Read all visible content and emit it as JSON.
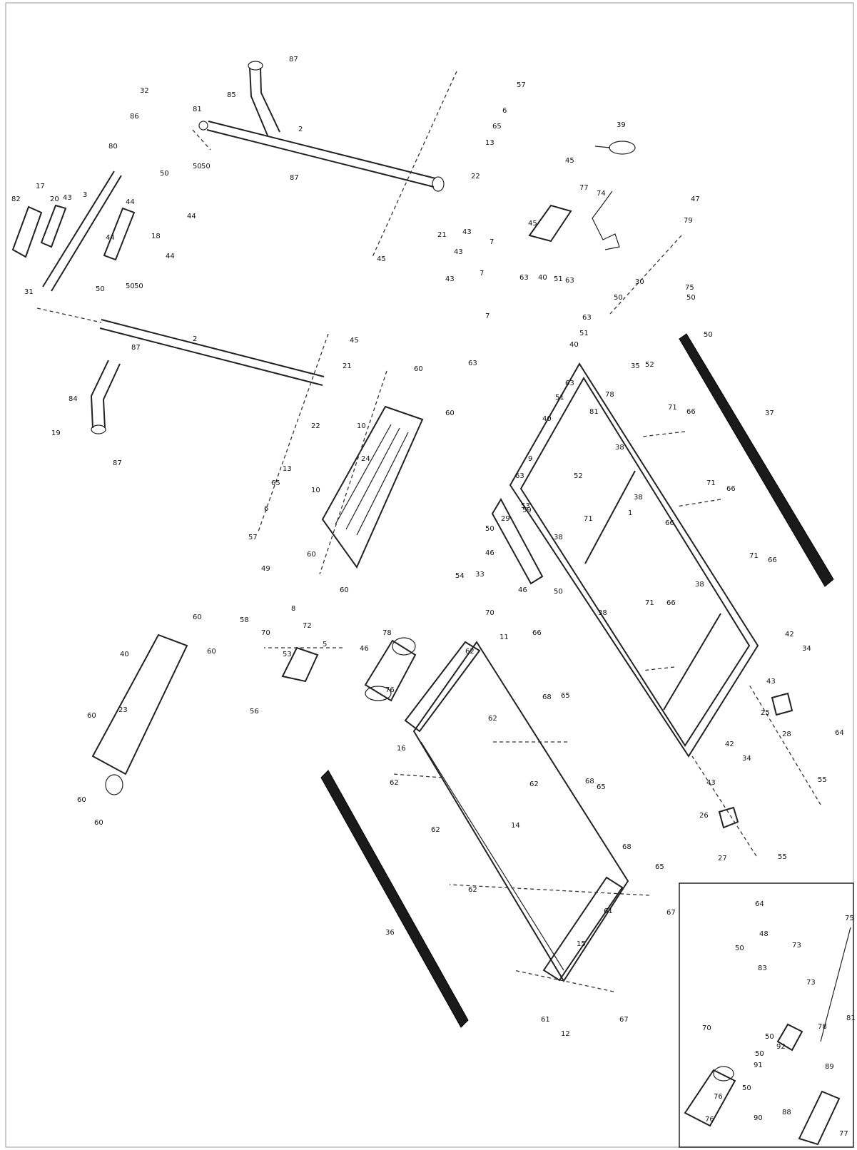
{
  "diagram": {
    "callouts": [
      {
        "id": "c1",
        "text": "87"
      },
      {
        "id": "c2",
        "text": "85"
      },
      {
        "id": "c3",
        "text": "32"
      },
      {
        "id": "c4",
        "text": "86"
      },
      {
        "id": "c5",
        "text": "81"
      },
      {
        "id": "c6",
        "text": "50"
      },
      {
        "id": "c7",
        "text": "50"
      },
      {
        "id": "c8",
        "text": "2"
      },
      {
        "id": "c9",
        "text": "87"
      },
      {
        "id": "c10",
        "text": "57"
      },
      {
        "id": "c11",
        "text": "6"
      },
      {
        "id": "c12",
        "text": "65"
      },
      {
        "id": "c13",
        "text": "13"
      },
      {
        "id": "c14",
        "text": "22"
      },
      {
        "id": "c15",
        "text": "21"
      },
      {
        "id": "c16",
        "text": "45"
      },
      {
        "id": "c17",
        "text": "39"
      },
      {
        "id": "c18",
        "text": "45"
      },
      {
        "id": "c19",
        "text": "77"
      },
      {
        "id": "c20",
        "text": "74"
      },
      {
        "id": "c21",
        "text": "45"
      },
      {
        "id": "c22",
        "text": "80"
      },
      {
        "id": "c23",
        "text": "50"
      },
      {
        "id": "c24",
        "text": "82"
      },
      {
        "id": "c25",
        "text": "17"
      },
      {
        "id": "c26",
        "text": "20"
      },
      {
        "id": "c27",
        "text": "43"
      },
      {
        "id": "c28",
        "text": "3"
      },
      {
        "id": "c29",
        "text": "44"
      },
      {
        "id": "c30",
        "text": "44"
      },
      {
        "id": "c31",
        "text": "18"
      },
      {
        "id": "c32",
        "text": "44"
      },
      {
        "id": "c33",
        "text": "44"
      },
      {
        "id": "c34",
        "text": "50"
      },
      {
        "id": "c35",
        "text": "31"
      },
      {
        "id": "c36",
        "text": "50"
      },
      {
        "id": "c37",
        "text": "50"
      },
      {
        "id": "c38",
        "text": "2"
      },
      {
        "id": "c39",
        "text": "87"
      },
      {
        "id": "c40",
        "text": "84"
      },
      {
        "id": "c41",
        "text": "87"
      },
      {
        "id": "c42",
        "text": "19"
      },
      {
        "id": "c43",
        "text": "45"
      },
      {
        "id": "c44",
        "text": "21"
      },
      {
        "id": "c45",
        "text": "22"
      },
      {
        "id": "c46",
        "text": "13"
      },
      {
        "id": "c47",
        "text": "65"
      },
      {
        "id": "c48",
        "text": "6"
      },
      {
        "id": "c49",
        "text": "57"
      },
      {
        "id": "c50",
        "text": "10"
      },
      {
        "id": "c51",
        "text": "10"
      },
      {
        "id": "c52",
        "text": "24"
      },
      {
        "id": "c53",
        "text": "60"
      },
      {
        "id": "c54",
        "text": "60"
      },
      {
        "id": "c55",
        "text": "60"
      },
      {
        "id": "c56",
        "text": "60"
      },
      {
        "id": "c57",
        "text": "43"
      },
      {
        "id": "c58",
        "text": "43"
      },
      {
        "id": "c59",
        "text": "43"
      },
      {
        "id": "c60",
        "text": "7"
      },
      {
        "id": "c61",
        "text": "7"
      },
      {
        "id": "c62",
        "text": "7"
      },
      {
        "id": "c63",
        "text": "63"
      },
      {
        "id": "c64",
        "text": "40"
      },
      {
        "id": "c65",
        "text": "51"
      },
      {
        "id": "c66",
        "text": "63"
      },
      {
        "id": "c67",
        "text": "63"
      },
      {
        "id": "c68",
        "text": "40"
      },
      {
        "id": "c69",
        "text": "51"
      },
      {
        "id": "c70",
        "text": "63"
      },
      {
        "id": "c71",
        "text": "63"
      },
      {
        "id": "c72",
        "text": "9"
      },
      {
        "id": "c73",
        "text": "40"
      },
      {
        "id": "c74",
        "text": "51"
      },
      {
        "id": "c75",
        "text": "63"
      },
      {
        "id": "c76",
        "text": "47"
      },
      {
        "id": "c77",
        "text": "79"
      },
      {
        "id": "c78",
        "text": "75"
      },
      {
        "id": "c79",
        "text": "30"
      },
      {
        "id": "c80",
        "text": "50"
      },
      {
        "id": "c81",
        "text": "50"
      },
      {
        "id": "c82",
        "text": "50"
      },
      {
        "id": "c83",
        "text": "35"
      },
      {
        "id": "c84",
        "text": "52"
      },
      {
        "id": "c85",
        "text": "37"
      },
      {
        "id": "c86",
        "text": "78"
      },
      {
        "id": "c87",
        "text": "81"
      },
      {
        "id": "c88",
        "text": "53"
      },
      {
        "id": "c89",
        "text": "52"
      },
      {
        "id": "c90",
        "text": "66"
      },
      {
        "id": "c91",
        "text": "71"
      },
      {
        "id": "c92",
        "text": "38"
      },
      {
        "id": "c93",
        "text": "66"
      },
      {
        "id": "c94",
        "text": "71"
      },
      {
        "id": "c95",
        "text": "38"
      },
      {
        "id": "c96",
        "text": "66"
      },
      {
        "id": "c97",
        "text": "71"
      },
      {
        "id": "c98",
        "text": "1"
      },
      {
        "id": "c99",
        "text": "38"
      },
      {
        "id": "c100",
        "text": "66"
      },
      {
        "id": "c101",
        "text": "71"
      },
      {
        "id": "c102",
        "text": "38"
      },
      {
        "id": "c103",
        "text": "66"
      },
      {
        "id": "c104",
        "text": "71"
      },
      {
        "id": "c105",
        "text": "38"
      },
      {
        "id": "c106",
        "text": "42"
      },
      {
        "id": "c107",
        "text": "34"
      },
      {
        "id": "c108",
        "text": "43"
      },
      {
        "id": "c109",
        "text": "25"
      },
      {
        "id": "c110",
        "text": "28"
      },
      {
        "id": "c111",
        "text": "64"
      },
      {
        "id": "c112",
        "text": "55"
      },
      {
        "id": "c113",
        "text": "42"
      },
      {
        "id": "c114",
        "text": "34"
      },
      {
        "id": "c115",
        "text": "43"
      },
      {
        "id": "c116",
        "text": "26"
      },
      {
        "id": "c117",
        "text": "27"
      },
      {
        "id": "c118",
        "text": "55"
      },
      {
        "id": "c119",
        "text": "64"
      },
      {
        "id": "c120",
        "text": "49"
      },
      {
        "id": "c121",
        "text": "8"
      },
      {
        "id": "c122",
        "text": "58"
      },
      {
        "id": "c123",
        "text": "72"
      },
      {
        "id": "c124",
        "text": "70"
      },
      {
        "id": "c125",
        "text": "53"
      },
      {
        "id": "c126",
        "text": "5"
      },
      {
        "id": "c127",
        "text": "46"
      },
      {
        "id": "c128",
        "text": "56"
      },
      {
        "id": "c129",
        "text": "54"
      },
      {
        "id": "c130",
        "text": "70"
      },
      {
        "id": "c131",
        "text": "78"
      },
      {
        "id": "c132",
        "text": "76"
      },
      {
        "id": "c133",
        "text": "62"
      },
      {
        "id": "c134",
        "text": "11"
      },
      {
        "id": "c135",
        "text": "66"
      },
      {
        "id": "c136",
        "text": "29"
      },
      {
        "id": "c137",
        "text": "59"
      },
      {
        "id": "c138",
        "text": "50"
      },
      {
        "id": "c139",
        "text": "46"
      },
      {
        "id": "c140",
        "text": "33"
      },
      {
        "id": "c141",
        "text": "46"
      },
      {
        "id": "c142",
        "text": "50"
      },
      {
        "id": "c143",
        "text": "68"
      },
      {
        "id": "c144",
        "text": "65"
      },
      {
        "id": "c145",
        "text": "62"
      },
      {
        "id": "c146",
        "text": "16"
      },
      {
        "id": "c147",
        "text": "62"
      },
      {
        "id": "c148",
        "text": "62"
      },
      {
        "id": "c149",
        "text": "68"
      },
      {
        "id": "c150",
        "text": "65"
      },
      {
        "id": "c151",
        "text": "14"
      },
      {
        "id": "c152",
        "text": "62"
      },
      {
        "id": "c153",
        "text": "68"
      },
      {
        "id": "c154",
        "text": "65"
      },
      {
        "id": "c155",
        "text": "62"
      },
      {
        "id": "c156",
        "text": "67"
      },
      {
        "id": "c157",
        "text": "61"
      },
      {
        "id": "c158",
        "text": "15"
      },
      {
        "id": "c159",
        "text": "61"
      },
      {
        "id": "c160",
        "text": "12"
      },
      {
        "id": "c161",
        "text": "67"
      },
      {
        "id": "c162",
        "text": "36"
      },
      {
        "id": "c163",
        "text": "60"
      },
      {
        "id": "c164",
        "text": "40"
      },
      {
        "id": "c165",
        "text": "60"
      },
      {
        "id": "c166",
        "text": "60"
      },
      {
        "id": "c167",
        "text": "23"
      },
      {
        "id": "c168",
        "text": "60"
      },
      {
        "id": "c169",
        "text": "60"
      },
      {
        "id": "c170",
        "text": "70"
      },
      {
        "id": "c171",
        "text": "76"
      },
      {
        "id": "c172",
        "text": "48"
      },
      {
        "id": "c173",
        "text": "50"
      },
      {
        "id": "c174",
        "text": "83"
      },
      {
        "id": "c175",
        "text": "73"
      },
      {
        "id": "c176",
        "text": "73"
      },
      {
        "id": "c177",
        "text": "75"
      },
      {
        "id": "c178",
        "text": "81"
      },
      {
        "id": "c179",
        "text": "78"
      },
      {
        "id": "c180",
        "text": "50"
      },
      {
        "id": "c181",
        "text": "92"
      },
      {
        "id": "c182",
        "text": "50"
      },
      {
        "id": "c183",
        "text": "91"
      },
      {
        "id": "c184",
        "text": "50"
      },
      {
        "id": "c185",
        "text": "89"
      },
      {
        "id": "c186",
        "text": "90"
      },
      {
        "id": "c187",
        "text": "88"
      },
      {
        "id": "c188",
        "text": "77"
      },
      {
        "id": "c189",
        "text": "76"
      }
    ]
  }
}
